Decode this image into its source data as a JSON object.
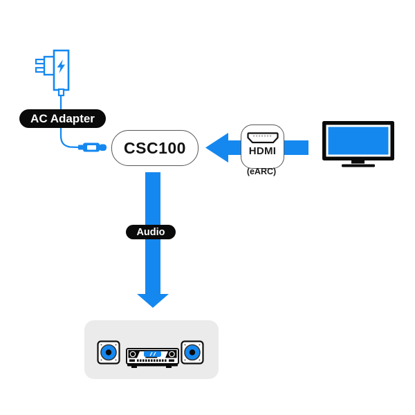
{
  "diagram": {
    "title_context": "CSC100 audio converter hookup diagram",
    "colors": {
      "accent_blue": "#1588f0",
      "label_background": "#0a0a0a",
      "label_text": "#ffffff",
      "panel_gray": "#ebebeb",
      "outline_dark": "#555555",
      "background": "#ffffff"
    },
    "nodes": {
      "ac_adapter": {
        "label": "AC Adapter",
        "icon": "ac-adapter-icon"
      },
      "converter": {
        "label": "CSC100"
      },
      "hdmi": {
        "label": "HDMI",
        "sublabel": "(eARC)",
        "icon": "hdmi-connector-icon"
      },
      "tv": {
        "icon": "tv-icon"
      },
      "audio_system": {
        "icon": "stereo-system-icon"
      }
    },
    "edges": {
      "power": {
        "from": "ac_adapter",
        "to": "converter"
      },
      "hdmi_in": {
        "from": "tv",
        "to": "converter"
      },
      "audio": {
        "label": "Audio",
        "from": "converter",
        "to": "audio_system"
      }
    }
  }
}
